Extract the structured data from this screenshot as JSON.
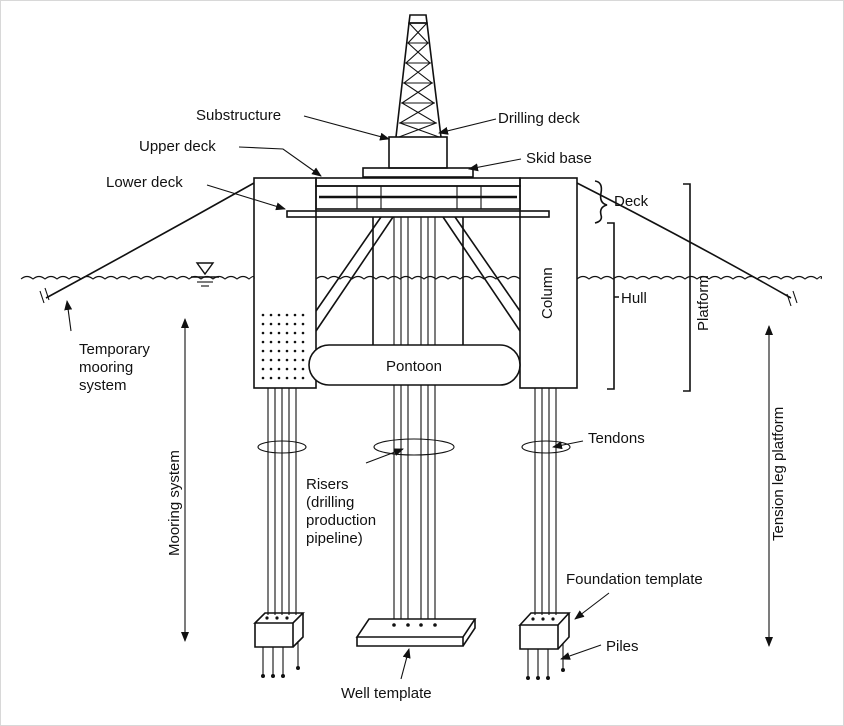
{
  "labels": {
    "substructure": "Substructure",
    "drilling_deck": "Drilling deck",
    "upper_deck": "Upper deck",
    "skid_base": "Skid base",
    "lower_deck": "Lower deck",
    "deck": "Deck",
    "column": "Column",
    "hull": "Hull",
    "platform": "Platform",
    "tension_leg_platform": "Tension leg platform",
    "temporary_mooring_1": "Temporary",
    "temporary_mooring_2": "mooring",
    "temporary_mooring_3": "system",
    "pontoon": "Pontoon",
    "mooring_system": "Mooring system",
    "tendons": "Tendons",
    "risers_1": "Risers",
    "risers_2": "(drilling",
    "risers_3": "production",
    "risers_4": "pipeline)",
    "foundation_template": "Foundation template",
    "piles": "Piles",
    "well_template": "Well template"
  },
  "colors": {
    "ink": "#111111",
    "background": "#ffffff"
  }
}
